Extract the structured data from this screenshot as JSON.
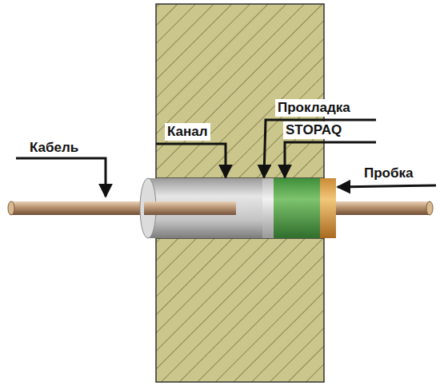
{
  "diagram": {
    "labels": [
      "Кабель",
      "Канал",
      "Прокладка",
      "STOPAQ",
      "Пробка"
    ]
  }
}
